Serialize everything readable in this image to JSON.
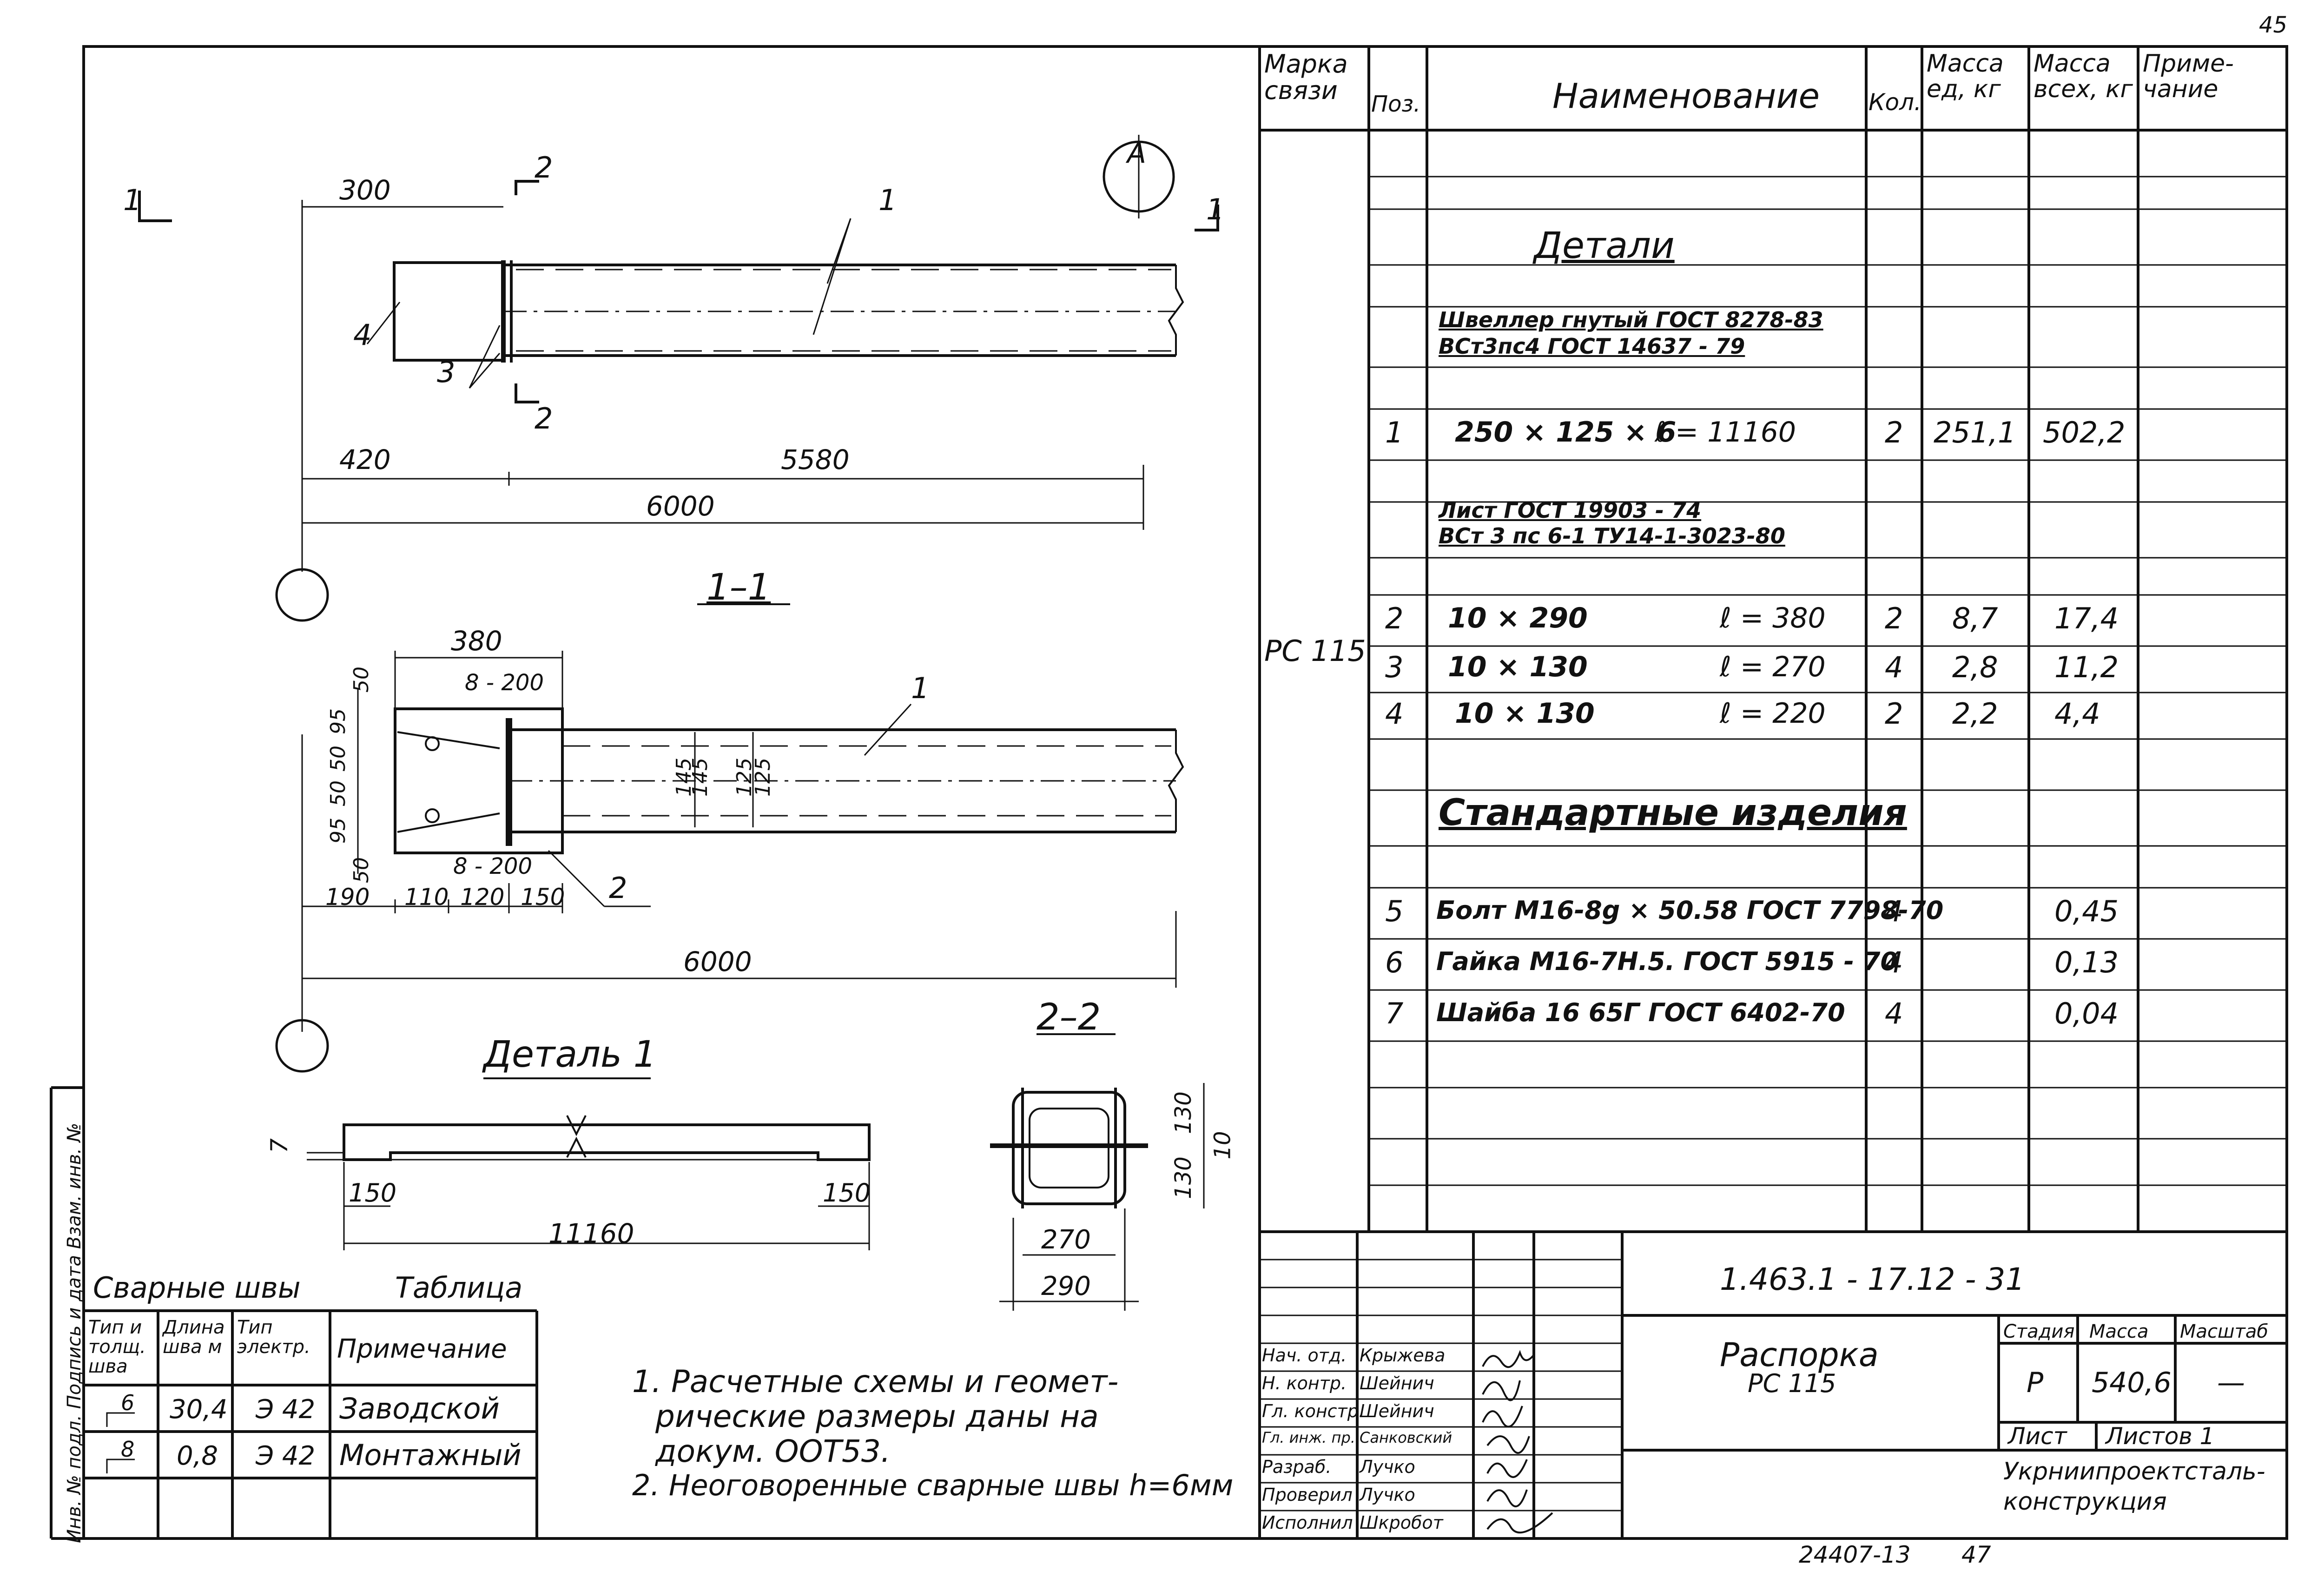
{
  "sheet": {
    "page_number": "45",
    "bottom_code": "24407-13",
    "bottom_page": "47"
  },
  "drawing": {
    "section_1_mark": "1",
    "section_1_right_mark": "1",
    "section_2_mark_top": "2",
    "section_2_mark_bottom": "2",
    "north": "A",
    "plan_dims": {
      "d300": "300",
      "d420": "420",
      "d5580": "5580",
      "d6000": "6000"
    },
    "plan_callouts": {
      "c1": "1",
      "c3": "3",
      "c4": "4"
    },
    "section_title": "1–1",
    "sec_dims": {
      "d380": "380",
      "d8_200_top": "8 - 200",
      "d8_200_bot": "8 - 200",
      "d50_top": "50",
      "d95_top": "95",
      "d50_a": "50",
      "d50_b": "50",
      "d95_bot": "95",
      "d50_bot": "50",
      "d190": "190",
      "d110": "110",
      "d120": "120",
      "d150": "150",
      "d145a": "145",
      "d145b": "145",
      "d125a": "125",
      "d125b": "125",
      "d6000": "6000"
    },
    "sec_callouts": {
      "c1": "1",
      "c2": "2"
    },
    "detail_title": "Деталь 1",
    "detail_dims": {
      "d7": "7",
      "d150_left": "150",
      "d150_right": "150",
      "d11160": "11160"
    },
    "section22_title": "2–2",
    "section22_dims": {
      "d130a": "130",
      "d130b": "130",
      "d10": "10",
      "d270": "270",
      "d290": "290"
    }
  },
  "welds": {
    "title_left": "Сварные швы",
    "title_right": "Таблица",
    "headers": [
      "Тип и толщ. шва",
      "Длина шва м",
      "Тип электр.",
      "Примечание"
    ],
    "rows": [
      {
        "type": "6",
        "length": "30,4",
        "electrode": "Э 42",
        "note": "Заводской"
      },
      {
        "type": "8",
        "length": "0,8",
        "electrode": "Э 42",
        "note": "Монтажный"
      }
    ]
  },
  "notes": {
    "line1": "1. Расчетные схемы и геомет-",
    "line2": "рические размеры даны на",
    "line3": "докум. ООТ53.",
    "line4": "2. Неоговоренные сварные швы h=6мм"
  },
  "side_stamp": "Инв. № подл. Подпись и дата Взам. инв. №",
  "spec": {
    "headers": {
      "mark": "Марка связи",
      "pos": "Поз.",
      "name": "Наименование",
      "qty": "Кол.",
      "mass_unit": "Масса ед, кг",
      "mass_total": "Масса всех, кг",
      "note": "Приме- чание"
    },
    "mark_value": "РС 115",
    "section_details": "Детали",
    "material1_line1": "Швеллер гнутый ГОСТ 8278-83",
    "material1_line2": "ВСт3пс4 ГОСТ 14637 - 79",
    "material2_line1": "Лист ГОСТ 19903 - 74",
    "material2_line2": "ВСт 3 пс 6-1 ТУ14-1-3023-80",
    "section_standard": "Стандартные изделия",
    "items": [
      {
        "pos": "1",
        "name": "250 × 125 × 6",
        "len": "ℓ = 11160",
        "qty": "2",
        "mu": "251,1",
        "mt": "502,2"
      },
      {
        "pos": "2",
        "name": "10 × 290",
        "len": "ℓ = 380",
        "qty": "2",
        "mu": "8,7",
        "mt": "17,4"
      },
      {
        "pos": "3",
        "name": "10 × 130",
        "len": "ℓ = 270",
        "qty": "4",
        "mu": "2,8",
        "mt": "11,2"
      },
      {
        "pos": "4",
        "name": "10 × 130",
        "len": "ℓ = 220",
        "qty": "2",
        "mu": "2,2",
        "mt": "4,4"
      },
      {
        "pos": "5",
        "name": "Болт М16-8g × 50.58 ГОСТ 7798-70",
        "len": "",
        "qty": "4",
        "mu": "",
        "mt": "0,45"
      },
      {
        "pos": "6",
        "name": "Гайка М16-7Н.5. ГОСТ 5915 - 70",
        "len": "",
        "qty": "4",
        "mu": "",
        "mt": "0,13"
      },
      {
        "pos": "7",
        "name": "Шайба 16 65Г ГОСТ 6402-70",
        "len": "",
        "qty": "4",
        "mu": "",
        "mt": "0,04"
      }
    ]
  },
  "title_block": {
    "doc_number": "1.463.1 - 17.12 - 31",
    "title_line1": "Распорка",
    "title_line2": "РС 115",
    "stage_label": "Стадия",
    "mass_label": "Масса",
    "scale_label": "Масштаб",
    "stage_value": "Р",
    "mass_value": "540,6",
    "scale_value": "—",
    "sheet_label": "Лист",
    "sheets_label": "Листов 1",
    "org_line1": "Укрниипроектсталь-",
    "org_line2": "конструкция",
    "people": [
      {
        "role": "Нач. отд.",
        "name": "Крыжева"
      },
      {
        "role": "Н. контр.",
        "name": "Шейнич"
      },
      {
        "role": "Гл. констр.",
        "name": "Шейнич"
      },
      {
        "role": "Гл. инж. пр.",
        "name": "Санковский"
      },
      {
        "role": "Разраб.",
        "name": "Лучко"
      },
      {
        "role": "Проверил",
        "name": "Лучко"
      },
      {
        "role": "Исполнил",
        "name": "Шкробот"
      }
    ]
  }
}
